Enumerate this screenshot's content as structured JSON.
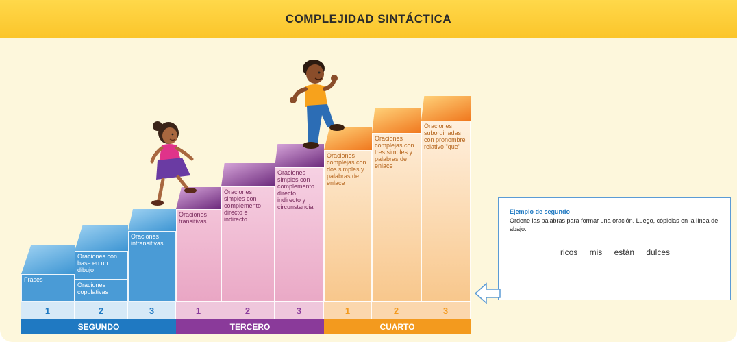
{
  "header": {
    "title": "COMPLEJIDAD SINTÁCTICA"
  },
  "colors": {
    "segundo": "#2a86c8",
    "tercero": "#8a3a9a",
    "cuarto": "#f39a1e",
    "header": "#fbc52a",
    "background": "#fdf7dc"
  },
  "grades": [
    {
      "name": "SEGUNDO",
      "numbers": [
        "1",
        "2",
        "3"
      ],
      "cells": [
        "Frases",
        "Oraciones con base en un dibujo",
        "Oraciones copulativas",
        "Oraciones intransitivas"
      ]
    },
    {
      "name": "TERCERO",
      "numbers": [
        "1",
        "2",
        "3"
      ],
      "cells": [
        "Oraciones transitivas",
        "Oraciones simples con complemento directo e indirecto",
        "Oraciones simples con complemento directo, indirecto y circunstancial"
      ]
    },
    {
      "name": "CUARTO",
      "numbers": [
        "1",
        "2",
        "3"
      ],
      "cells": [
        "Oraciones complejas con dos simples y palabras de enlace",
        "Oraciones complejas con tres simples y palabras de enlace",
        "Oraciones subordinadas con pronombre relativo \"que\""
      ]
    }
  ],
  "example": {
    "title": "Ejemplo de segundo",
    "instruction": "Ordene las palabras para formar una oración. Luego, cópielas en la línea de abajo.",
    "words": "ricos mis están dulces"
  },
  "icons": [
    "girl-climbing-illustration",
    "boy-climbing-illustration",
    "left-arrow-icon"
  ]
}
